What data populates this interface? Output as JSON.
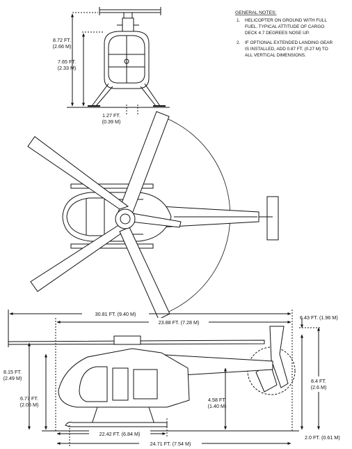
{
  "notes": {
    "title": "GENERAL NOTES:",
    "items": [
      {
        "num": "1.",
        "lines": [
          "HELICOPTER ON GROUND WITH FULL",
          "FUEL. TYPICAL ATTITUDE OF CARGO",
          "DECK 4.7 DEGREES NOSE UP."
        ]
      },
      {
        "num": "2.",
        "lines": [
          "IF OPTIONAL EXTENDED LANDING GEAR",
          "IS INSTALLED, ADD 0.87 FT. (0.27 M) TO",
          "ALL VERTICAL DIMENSIONS."
        ]
      }
    ]
  },
  "front_view": {
    "height_total": [
      "8.72 FT.",
      "(2.66 M)"
    ],
    "height_cabin": [
      "7.65 FT.",
      "(2.33 M)"
    ],
    "skid_offset": [
      "1.27 FT.",
      "(0.39 M)"
    ]
  },
  "side_view": {
    "rotor_diameter": "30.81 FT. (9.40 M)",
    "rotor_to_tail": "23.88 FT. (7.28 M)",
    "tail_height": "6.43 FT. (1.96 M)",
    "overall_height": [
      "8.15 FT.",
      "(2.49 M)"
    ],
    "hub_height": [
      "6.77 FT.",
      "(2.06 M)"
    ],
    "boom_height": [
      "4.58 FT.",
      "(1.40 M)"
    ],
    "tail_rotor_height": [
      "8.4 FT.",
      "(2.6 M)"
    ],
    "fuselage_length": "22.42 FT. (6.84 M)",
    "overall_length": "24.71 FT. (7.54 M)",
    "tail_rotor_clearance": "2.0 FT. (0.61 M)"
  }
}
